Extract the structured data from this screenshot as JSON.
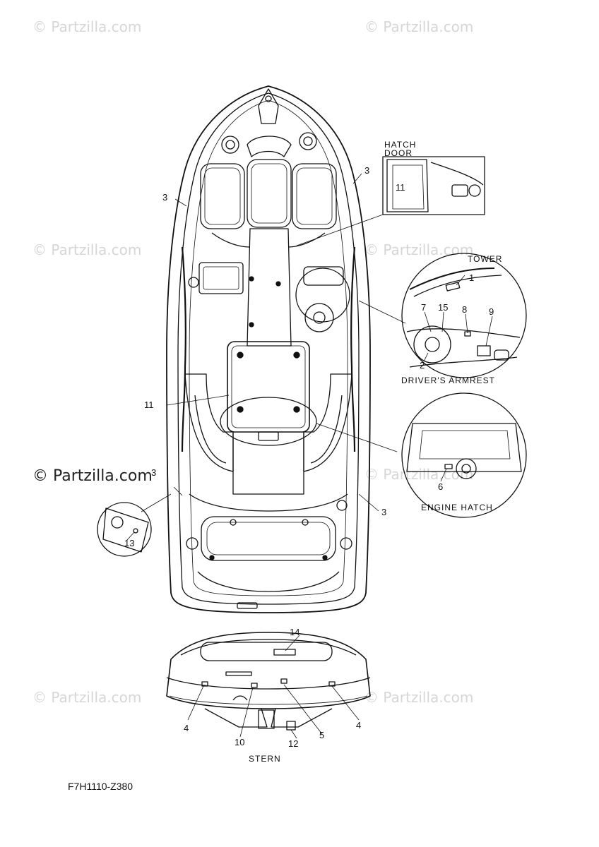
{
  "watermarks": {
    "faint": "© Partzilla.com",
    "main": "© Partzilla.com"
  },
  "labels": {
    "hatch_door_1": "HATCH",
    "hatch_door_2": "DOOR",
    "tower": "TOWER",
    "drivers_armrest": "DRIVER'S ARMREST",
    "engine_hatch": "ENGINE HATCH",
    "stern": "STERN"
  },
  "callouts": {
    "c1": "1",
    "c2": "2",
    "c3a": "3",
    "c3b": "3",
    "c3c": "3",
    "c3d": "3",
    "c4a": "4",
    "c4b": "4",
    "c5": "5",
    "c6": "6",
    "c7": "7",
    "c8": "8",
    "c9": "9",
    "c10": "10",
    "c11a": "11",
    "c11b": "11",
    "c12": "12",
    "c13": "13",
    "c14": "14",
    "c15": "15"
  },
  "diagram_code": "F7H1110-Z380",
  "colors": {
    "line": "#111111",
    "watermark": "#d6d6d6"
  }
}
